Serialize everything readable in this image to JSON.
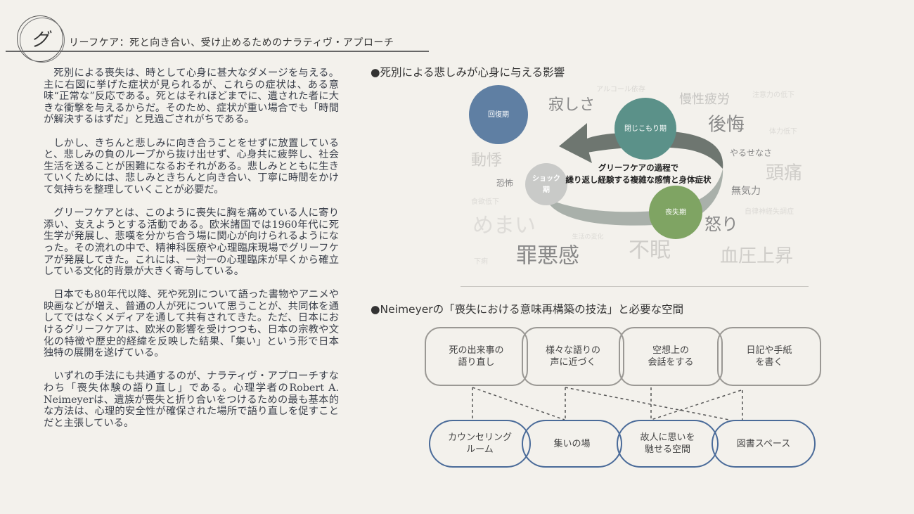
{
  "header": {
    "title_initial": "グ",
    "title_rest": "リーフケア：死と向き合い、受け止めるためのナラティヴ・アプローチ"
  },
  "body": {
    "paragraphs": [
      "死別による喪失は、時として心身に甚大なダメージを与える。主に右図に挙げた症状が見られるが、これらの症状は、ある意味“正常な”反応である。死とはそれほどまでに、遺された者に大きな衝撃を与えるからだ。そのため、症状が重い場合でも「時間が解決するはずだ」と見過ごされがちである。",
      "しかし、きちんと悲しみに向き合うことをせずに放置していると、悲しみの負のループから抜け出せず、心身共に疲弊し、社会生活を送ることが困難になるおそれがある。悲しみとともに生きていくためには、悲しみときちんと向き合い、丁寧に時間をかけて気持ちを整理していくことが必要だ。",
      "グリーフケアとは、このように喪失に胸を痛めている人に寄り添い、支えようとする活動である。欧米諸国では1960年代に死生学が発展し、悲嘆を分かち合う場に関心が向けられるようになった。その流れの中で、精神科医療や心理臨床現場でグリーフケアが発展してきた。これには、一対一の心理臨床が早くから確立している文化的背景が大きく寄与している。",
      "日本でも80年代以降、死や死別について語った書物やアニメや映画などが増え、普通の人が死について思うことが、共同体を通してではなくメディアを通して共有されてきた。ただ、日本におけるグリーフケアは、欧米の影響を受けつつも、日本の宗教や文化の特徴や歴史的経緯を反映した結果、「集い」という形で日本独特の展開を遂げている。",
      "いずれの手法にも共通するのが、ナラティヴ・アプローチすなわち「喪失体験の語り直し」である。心理学者のRobert A. Neimeyerは、遺族が喪失と折り合いをつけるための最も基本的な方法は、心理的安全性が確保された場所で語り直しを促すことだと主張している。"
    ]
  },
  "section1": {
    "heading": "●死別による悲しみが心身に与える影響",
    "phases": {
      "recovery": "回復期",
      "withdrawal": "閉じこもり期",
      "shock_line1": "ショック",
      "shock_line2": "期",
      "loss": "喪失期"
    },
    "center_line1": "グリーフケアの過程で",
    "center_line2": "繰り返し経験する複雑な感情と身体症状",
    "words": {
      "alcohol": "アルコール依存",
      "loneliness": "寂しさ",
      "fatigue": "慢性疲労",
      "attention": "注意力の低下",
      "regret": "後悔",
      "stamina": "体力低下",
      "helpless": "やるせなさ",
      "palpitation": "動悸",
      "headache": "頭痛",
      "fear": "恐怖",
      "apathy": "無気力",
      "appetite": "食欲低下",
      "autonomic": "自律神経失調症",
      "dizziness": "めまい",
      "anger": "怒り",
      "life_change": "生活の変化",
      "guilt": "罪悪感",
      "insomnia": "不眠",
      "diarrhea": "下痢",
      "blood_pressure": "血圧上昇"
    },
    "colors": {
      "recovery": "#5f7fa3",
      "withdrawal": "#5b9189",
      "shock": "#c9cac8",
      "loss": "#7fa463"
    }
  },
  "section2": {
    "heading": "●Neimeyerの「喪失における意味再構築の技法」と必要な空間",
    "techniques": [
      [
        "死の出来事の",
        "語り直し"
      ],
      [
        "様々な語りの",
        "声に近づく"
      ],
      [
        "空想上の",
        "会話をする"
      ],
      [
        "日記や手紙",
        "を書く"
      ]
    ],
    "spaces": [
      [
        "カウンセリング",
        "ルーム"
      ],
      [
        "集いの場",
        ""
      ],
      [
        "故人に思いを",
        "馳せる空間"
      ],
      [
        "図書スペース",
        ""
      ]
    ]
  }
}
